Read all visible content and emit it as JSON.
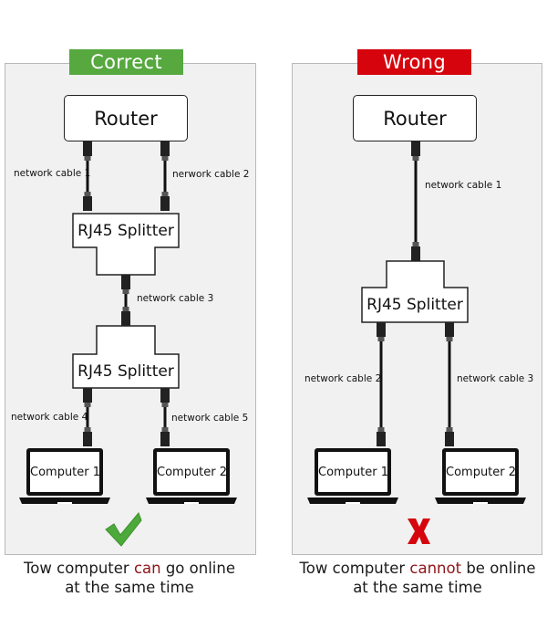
{
  "left_panel": {
    "badge": "Correct",
    "badge_color": "#56a83f",
    "router": "Router",
    "splitter_top": "RJ45 Splitter",
    "splitter_bottom": "RJ45 Splitter",
    "cables": [
      "network cable 1",
      "nerwork cable 2",
      "network cable 3",
      "network cable 4",
      "network cable 5"
    ],
    "computers": [
      "Computer 1",
      "Computer 2"
    ],
    "result_icon": "checkmark-icon",
    "caption": {
      "part1": "Tow computer ",
      "highlight": "can",
      "part2": " go online",
      "line2": "at the same time"
    }
  },
  "right_panel": {
    "badge": "Wrong",
    "badge_color": "#d6040d",
    "router": "Router",
    "splitter": "RJ45 Splitter",
    "cables": [
      "network cable 1",
      "network cable 2",
      "network cable 3"
    ],
    "computers": [
      "Computer 1",
      "Computer 2"
    ],
    "result_icon": "x-mark-icon",
    "caption": {
      "part1": "Tow computer ",
      "highlight": "cannot",
      "part2": " be online",
      "line2": "at the same time"
    }
  }
}
